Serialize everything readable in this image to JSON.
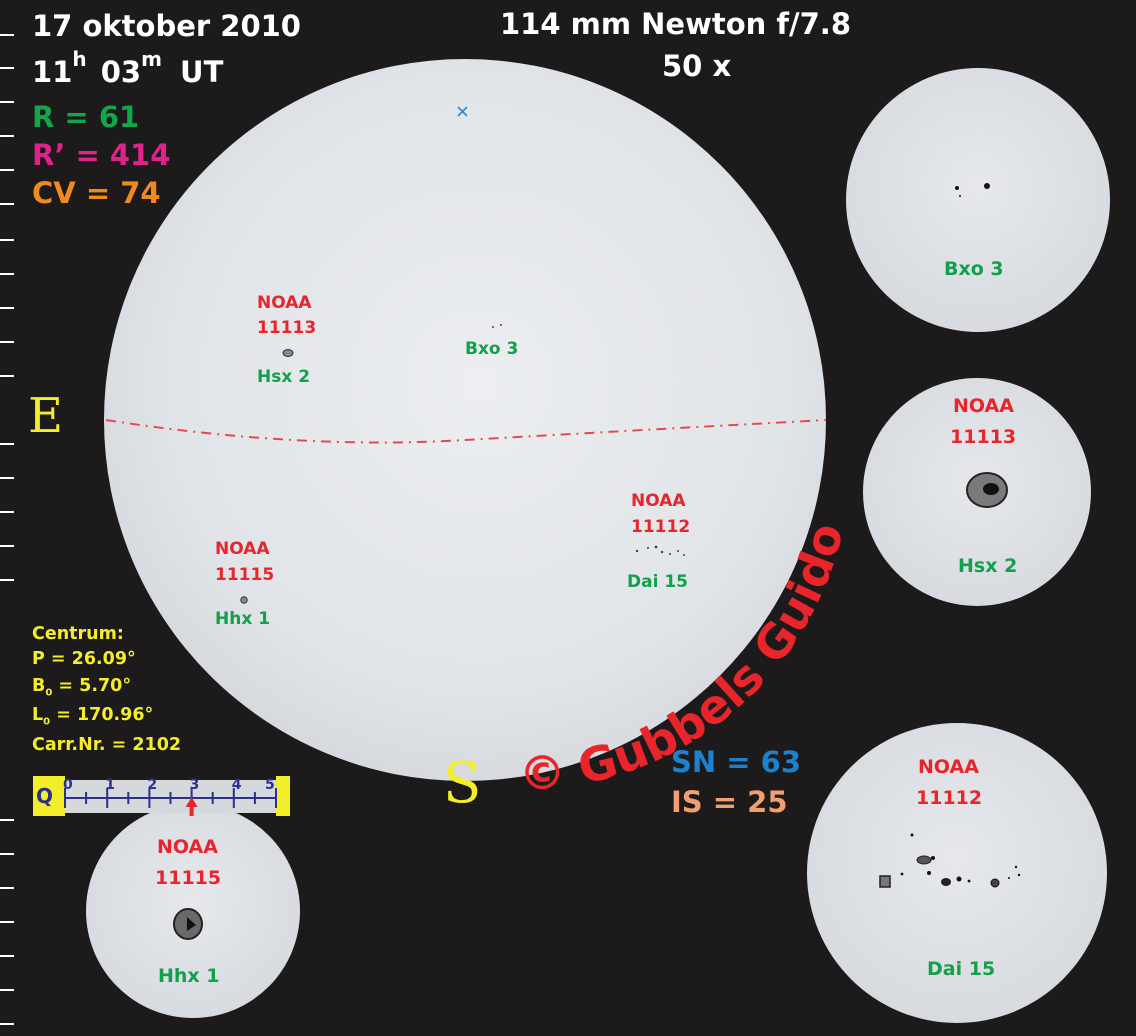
{
  "header": {
    "date": "17 oktober 2010",
    "time_hour": "11",
    "time_hour_unit": "h",
    "time_minute": "03",
    "time_minute_unit": "m",
    "time_zone": "UT",
    "instrument": "114 mm Newton f/7.8",
    "magnification": "50 x"
  },
  "stats": {
    "r": "R = 61",
    "r_prime": "R’ = 414",
    "cv": "CV = 74",
    "sn": "SN = 63",
    "is": "IS = 25"
  },
  "directions": {
    "east": "E",
    "south": "S"
  },
  "center": {
    "title": "Centrum:",
    "p": "P  =  26.09°",
    "b0_sym": "B",
    "b0_sub": "0",
    "b0_val": " =  5.70°",
    "l0_sym": "L",
    "l0_sub": "0",
    "l0_val": " =  170.96°",
    "carr": "Carr.Nr. = 2102"
  },
  "quality_scale": {
    "label": "Q",
    "ticks": [
      "0",
      "1",
      "2",
      "3",
      "4",
      "5"
    ],
    "value": 3
  },
  "groups": [
    {
      "id": "g1",
      "noaa": "",
      "number": "",
      "class": "Bxo 3"
    },
    {
      "id": "g2",
      "noaa": "NOAA",
      "number": "11113",
      "class": "Hsx 2"
    },
    {
      "id": "g3",
      "noaa": "NOAA",
      "number": "11112",
      "class": "Dai 15"
    },
    {
      "id": "g4",
      "noaa": "NOAA",
      "number": "11115",
      "class": "Hhx 1"
    }
  ],
  "insets": [
    {
      "noaa": "",
      "number": "",
      "class": "Bxo 3"
    },
    {
      "noaa": "NOAA",
      "number": "11113",
      "class": "Hsx 2"
    },
    {
      "noaa": "NOAA",
      "number": "11112",
      "class": "Dai 15"
    },
    {
      "noaa": "NOAA",
      "number": "11115",
      "class": "Hhx 1"
    }
  ],
  "copyright": "© Gubbels Guido",
  "colors": {
    "background": "#1c1a1a",
    "disk": "#dfe2e6",
    "label_red": "#e8252a",
    "label_green": "#12a04a",
    "accent_yellow": "#f4ee2a",
    "stat_r": "#14a64b",
    "stat_rprime": "#e0238c",
    "stat_cv": "#f08a1c",
    "stat_sn": "#1b82d0",
    "stat_is": "#f0a070"
  }
}
